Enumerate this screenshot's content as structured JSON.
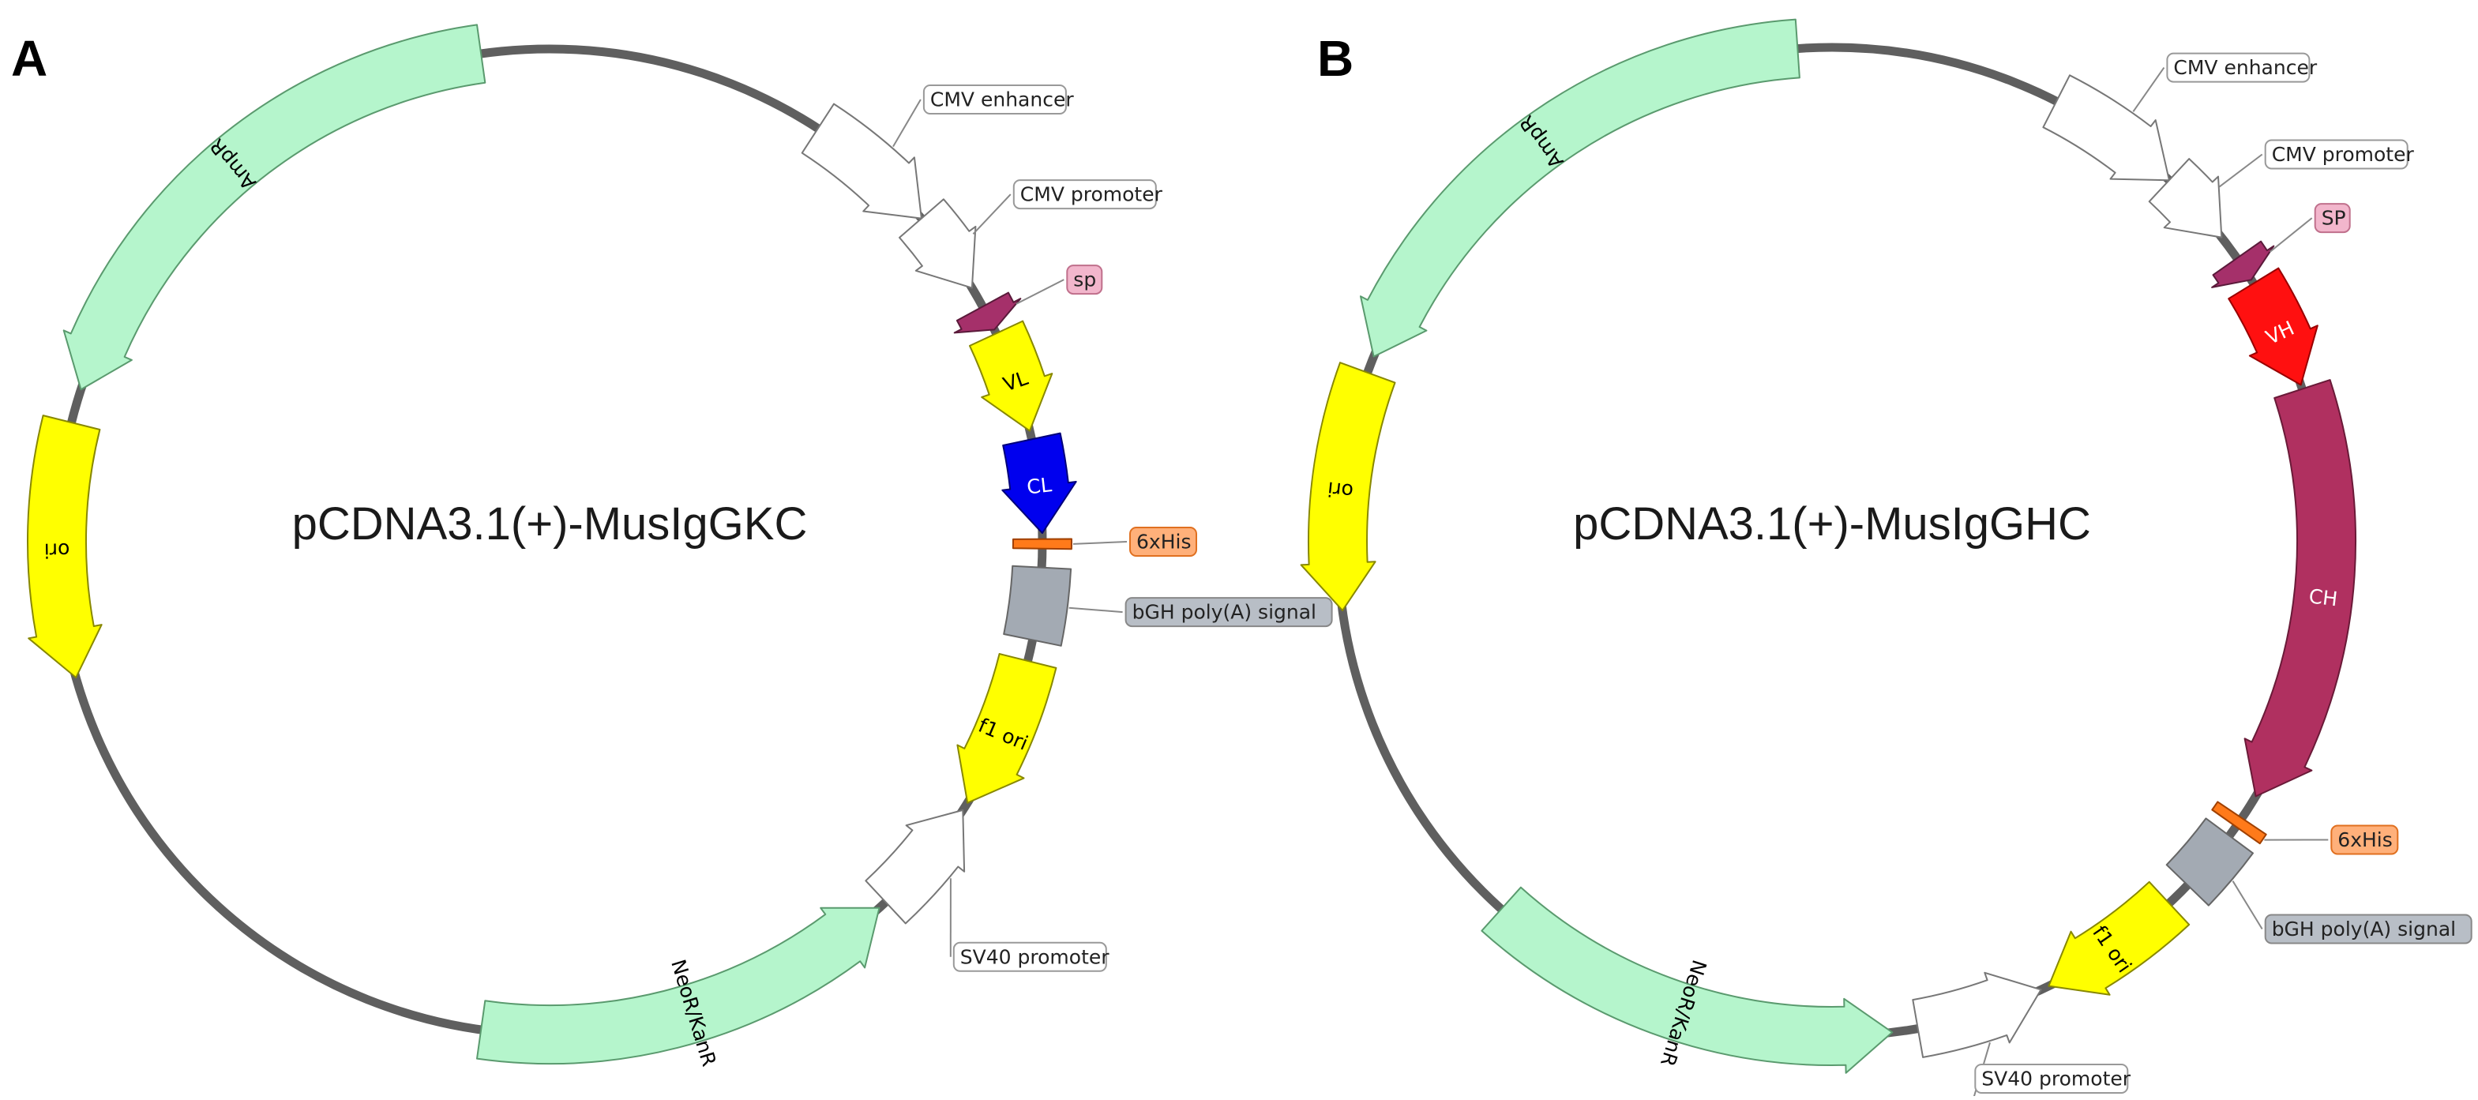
{
  "panels": [
    {
      "letter": "A",
      "title": "pCDNA3.1(+)-MusIgGKC",
      "features": [
        {
          "name": "CMV enhancer",
          "start": 33,
          "end": 49,
          "dir": "cw",
          "fill": "#ffffff",
          "stroke": "#777777",
          "label": "",
          "labelColor": "#000000",
          "callout": "CMV enhancer",
          "calloutFill": "#ffffff",
          "calloutStroke": "#999999",
          "calloutAngle": 40
        },
        {
          "name": "CMV promoter",
          "start": 49,
          "end": 59,
          "dir": "cw",
          "fill": "#ffffff",
          "stroke": "#777777",
          "label": "",
          "labelColor": "#000000",
          "callout": "CMV promoter",
          "calloutFill": "#ffffff",
          "calloutStroke": "#999999",
          "calloutAngle": 53
        },
        {
          "name": "signal peptide",
          "start": 61.5,
          "end": 64.5,
          "dir": "cw",
          "fill": "#a5306a",
          "stroke": "#5a1a3a",
          "label": "",
          "labelColor": "#000000",
          "callout": "sp",
          "calloutFill": "#f2b6cc",
          "calloutStroke": "#c0708c",
          "calloutAngle": 63
        },
        {
          "name": "VL",
          "start": 65,
          "end": 77,
          "dir": "cw",
          "fill": "#ffff00",
          "stroke": "#888800",
          "label": "VL",
          "labelColor": "#000000"
        },
        {
          "name": "CL",
          "start": 78,
          "end": 89,
          "dir": "cw",
          "fill": "#0000ee",
          "stroke": "#00007a",
          "label": "CL",
          "labelColor": "#ffffff"
        },
        {
          "name": "6xHis",
          "start": 89.7,
          "end": 90.8,
          "dir": "box",
          "fill": "#ff7a1a",
          "stroke": "#a04000",
          "label": "",
          "labelColor": "#000000",
          "callout": "6xHis",
          "calloutFill": "#ffb07a",
          "calloutStroke": "#e07020",
          "calloutAngle": 90
        },
        {
          "name": "bGH poly(A) signal",
          "start": 93,
          "end": 101.5,
          "dir": "box",
          "fill": "#a3aab3",
          "stroke": "#666666",
          "label": "",
          "labelColor": "#000000",
          "callout": "bGH poly(A) signal",
          "calloutFill": "#b8bec6",
          "calloutStroke": "#888888",
          "calloutAngle": 97
        },
        {
          "name": "f1 ori",
          "start": 104,
          "end": 122,
          "dir": "cw",
          "fill": "#ffff00",
          "stroke": "#888800",
          "label": "f1 ori",
          "labelColor": "#000000"
        },
        {
          "name": "SV40 promoter",
          "start": 123,
          "end": 137,
          "dir": "ccw",
          "fill": "#ffffff",
          "stroke": "#777777",
          "label": "",
          "labelColor": "#000000",
          "callout": "SV40 promoter",
          "calloutFill": "#ffffff",
          "calloutStroke": "#999999",
          "calloutAngle": 136
        },
        {
          "name": "NeoR/KanR",
          "start": 138,
          "end": 188,
          "dir": "ccw",
          "fill": "#b5f5cc",
          "stroke": "#5a9a6e",
          "label": "NeoR/KanR",
          "labelColor": "#000000"
        },
        {
          "name": "ori",
          "start": 254,
          "end": 284,
          "dir": "ccw",
          "fill": "#ffff00",
          "stroke": "#888800",
          "label": "ori",
          "labelColor": "#000000"
        },
        {
          "name": "AmpR",
          "start": 288,
          "end": 352,
          "dir": "ccw",
          "fill": "#b5f5cc",
          "stroke": "#5a9a6e",
          "label": "AmpR",
          "labelColor": "#000000"
        }
      ]
    },
    {
      "letter": "B",
      "title": "pCDNA3.1(+)-MusIgGHC",
      "features": [
        {
          "name": "CMV enhancer",
          "start": 27,
          "end": 43,
          "dir": "cw",
          "fill": "#ffffff",
          "stroke": "#777777",
          "label": "",
          "labelColor": "#000000",
          "callout": "CMV enhancer",
          "calloutFill": "#ffffff",
          "calloutStroke": "#999999",
          "calloutAngle": 35
        },
        {
          "name": "CMV promoter",
          "start": 43,
          "end": 52,
          "dir": "cw",
          "fill": "#ffffff",
          "stroke": "#777777",
          "label": "",
          "labelColor": "#000000",
          "callout": "CMV promoter",
          "calloutFill": "#ffffff",
          "calloutStroke": "#999999",
          "calloutAngle": 48
        },
        {
          "name": "signal peptide",
          "start": 55,
          "end": 58,
          "dir": "cw",
          "fill": "#a5306a",
          "stroke": "#5a1a3a",
          "label": "",
          "labelColor": "#000000",
          "callout": "SP",
          "calloutFill": "#f2b6cc",
          "calloutStroke": "#c0708c",
          "calloutAngle": 56
        },
        {
          "name": "VH",
          "start": 58.5,
          "end": 71.5,
          "dir": "cw",
          "fill": "#ff1010",
          "stroke": "#990000",
          "label": "VH",
          "labelColor": "#ffffff"
        },
        {
          "name": "CH",
          "start": 72,
          "end": 121,
          "dir": "cw",
          "fill": "#b03060",
          "stroke": "#6a1a38",
          "label": "CH",
          "labelColor": "#ffffff"
        },
        {
          "name": "6xHis",
          "start": 124,
          "end": 125.2,
          "dir": "box",
          "fill": "#ff7a1a",
          "stroke": "#a04000",
          "label": "",
          "labelColor": "#000000",
          "callout": "6xHis",
          "calloutFill": "#ffb07a",
          "calloutStroke": "#e07020",
          "calloutAngle": 121
        },
        {
          "name": "bGH poly(A) signal",
          "start": 126.5,
          "end": 134,
          "dir": "box",
          "fill": "#a3aab3",
          "stroke": "#666666",
          "label": "",
          "labelColor": "#000000",
          "callout": "bGH poly(A) signal",
          "calloutFill": "#b8bec6",
          "calloutStroke": "#888888",
          "calloutAngle": 132
        },
        {
          "name": "f1 ori",
          "start": 137,
          "end": 154,
          "dir": "cw",
          "fill": "#ffff00",
          "stroke": "#888800",
          "label": "f1 ori",
          "labelColor": "#000000"
        },
        {
          "name": "SV40 promoter",
          "start": 155,
          "end": 170,
          "dir": "ccw",
          "fill": "#ffffff",
          "stroke": "#777777",
          "label": "",
          "labelColor": "#000000",
          "callout": "SV40 promoter",
          "calloutFill": "#ffffff",
          "calloutStroke": "#999999",
          "calloutAngle": 166
        },
        {
          "name": "NeoR/KanR",
          "start": 173,
          "end": 222,
          "dir": "ccw",
          "fill": "#b5f5cc",
          "stroke": "#5a9a6e",
          "label": "NeoR/KanR",
          "labelColor": "#000000"
        },
        {
          "name": "ori",
          "start": 262,
          "end": 290,
          "dir": "ccw",
          "fill": "#ffff00",
          "stroke": "#888800",
          "label": "ori",
          "labelColor": "#000000"
        },
        {
          "name": "AmpR",
          "start": 292,
          "end": 356,
          "dir": "ccw",
          "fill": "#b5f5cc",
          "stroke": "#5a9a6e",
          "label": "AmpR",
          "labelColor": "#000000"
        }
      ]
    }
  ]
}
